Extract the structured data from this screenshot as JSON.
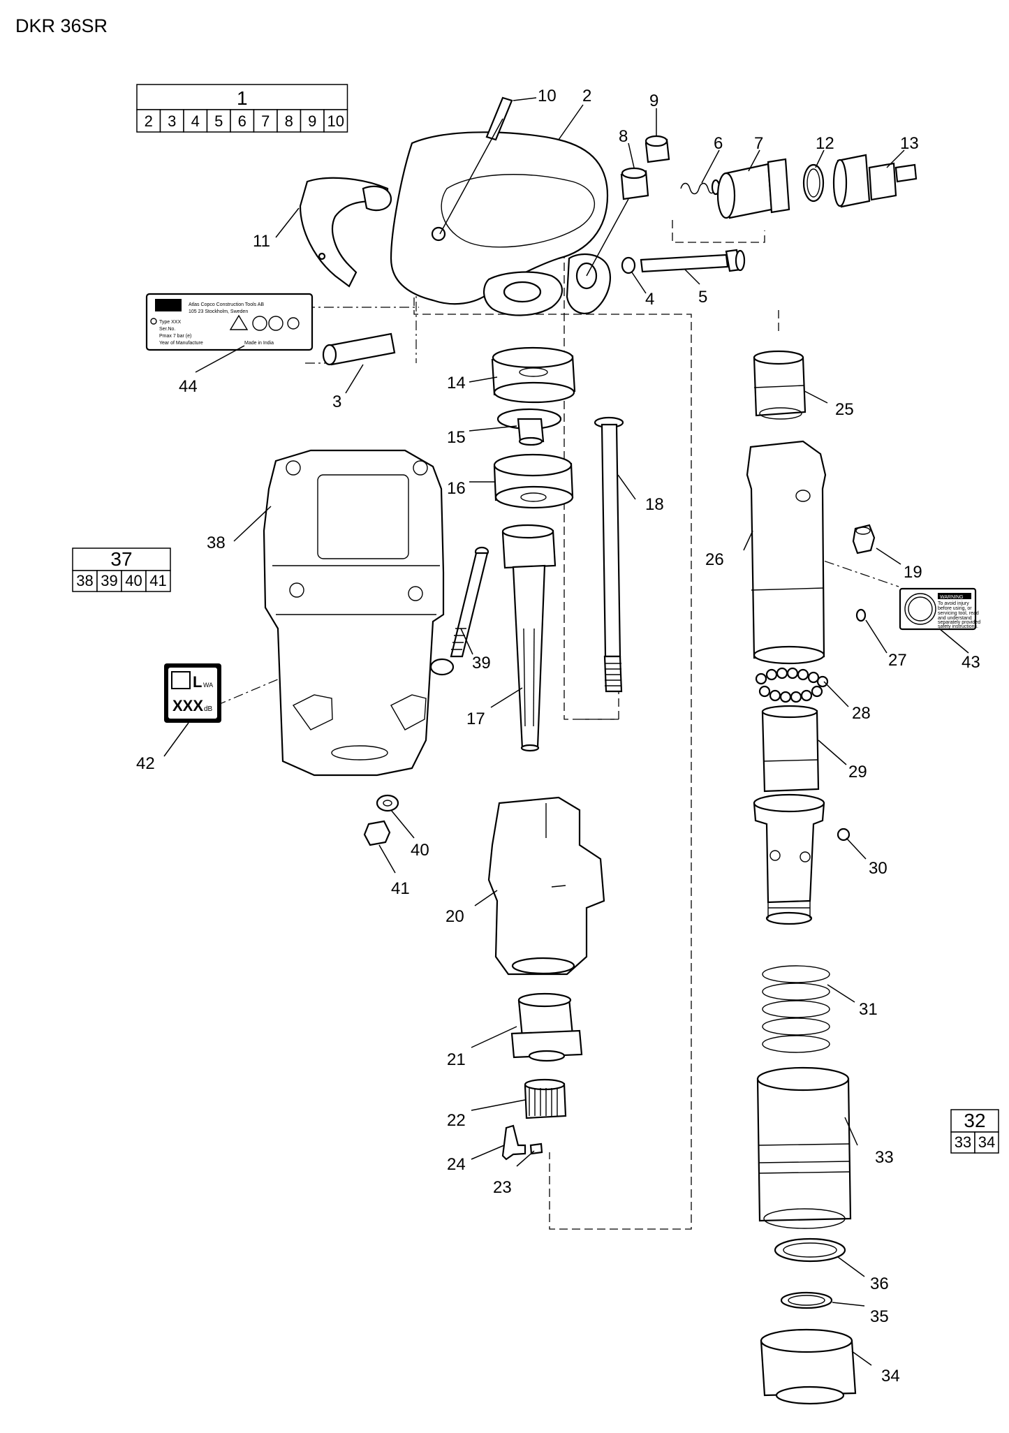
{
  "title": "DKR 36SR",
  "kit_tables": [
    {
      "main": "1",
      "parts": [
        "2",
        "3",
        "4",
        "5",
        "6",
        "7",
        "8",
        "9",
        "10"
      ]
    },
    {
      "main": "37",
      "parts": [
        "38",
        "39",
        "40",
        "41"
      ]
    },
    {
      "main": "32",
      "parts": [
        "33",
        "34"
      ]
    }
  ],
  "callouts": [
    "2",
    "3",
    "4",
    "5",
    "6",
    "7",
    "8",
    "9",
    "10",
    "11",
    "12",
    "13",
    "14",
    "15",
    "16",
    "17",
    "18",
    "19",
    "20",
    "21",
    "22",
    "23",
    "24",
    "25",
    "26",
    "27",
    "28",
    "29",
    "30",
    "31",
    "33",
    "34",
    "35",
    "36",
    "38",
    "39",
    "40",
    "41",
    "42",
    "43",
    "44"
  ],
  "rating_plate": {
    "brand": "Atlas Copco Construction Tools AB",
    "address": "105 23 Stockholm, Sweden",
    "type": "Type XXX",
    "serial": "Ser.No.",
    "pressure": "Pmax 7 bar (e)",
    "year": "Year of Manufacture",
    "origin": "Made in India"
  },
  "noise_label": {
    "symbol": "L",
    "sub": "WA",
    "value": "XXX",
    "unit": "dB"
  },
  "warning_label": {
    "heading": "WARNING",
    "lines": [
      "To avoid injury",
      "before using, or",
      "servicing tool, read",
      "and understand",
      "separately provided",
      "safety instructions."
    ]
  }
}
